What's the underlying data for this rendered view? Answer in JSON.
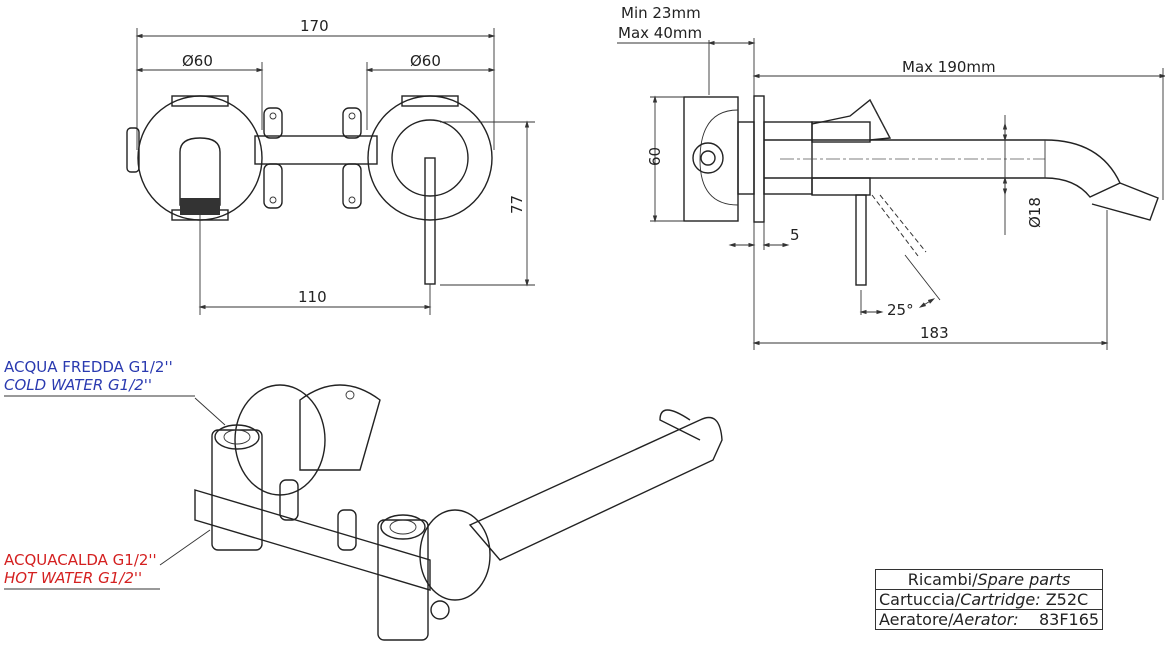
{
  "front_view": {
    "overall_width": "170",
    "diameter_left": "Ø60",
    "diameter_right": "Ø60",
    "center_distance": "110",
    "height": "77"
  },
  "side_view": {
    "wall_min": "Min 23mm",
    "wall_max": "Max 40mm",
    "max_length": "Max 190mm",
    "height": "60",
    "plate_thickness": "5",
    "spout_diameter": "Ø18",
    "lever_angle": "25°",
    "length": "183"
  },
  "labels": {
    "cold_it": "ACQUA FREDDA G1/2''",
    "cold_en": "COLD WATER G1/2''",
    "hot_it": "ACQUACALDA G1/2''",
    "hot_en": "HOT WATER G1/2''"
  },
  "spare_parts": {
    "title_it": "Ricambi/",
    "title_en": "Spare parts",
    "cartridge_it": "Cartuccia/",
    "cartridge_en": "Cartridge:",
    "cartridge_code": "Z52C",
    "aerator_it": "Aeratore/",
    "aerator_en": "Aerator:",
    "aerator_code": "83F165"
  },
  "colors": {
    "cold": "#2a3ab0",
    "hot": "#d42020"
  }
}
